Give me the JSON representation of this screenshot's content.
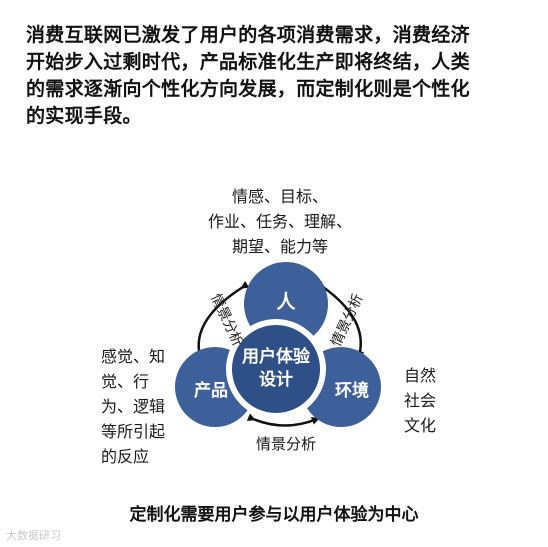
{
  "intro": {
    "lines": [
      "消费互联网已激发了用户的各项消费需求，消费经济",
      "开始步入过剩时代，产品标准化生产即将终结，人类",
      "的需求逐渐向个性化方向发展，而定制化则是个性化",
      "的实现手段。"
    ]
  },
  "diagram": {
    "center": {
      "line1": "用户体验",
      "line2": "设计"
    },
    "nodes": {
      "person": "人",
      "product": "产品",
      "environment": "环境"
    },
    "arrows": {
      "left": "情景分析",
      "right": "情景分析",
      "bottom": "情景分析"
    },
    "notes": {
      "person": [
        "情感、目标、",
        "作业、任务、理解、",
        "期望、能力等"
      ],
      "product": [
        "感觉、知",
        "觉、行",
        "为、逻辑",
        "等所引起",
        "的反应"
      ],
      "environment": [
        "自然",
        "社会",
        "文化"
      ]
    },
    "colors": {
      "node": "#3d5f9a",
      "center": "#2f4f87",
      "ring": "#ffffff"
    }
  },
  "caption": "定制化需要用户参与以用户体验为中心",
  "watermark": "大数据研习"
}
